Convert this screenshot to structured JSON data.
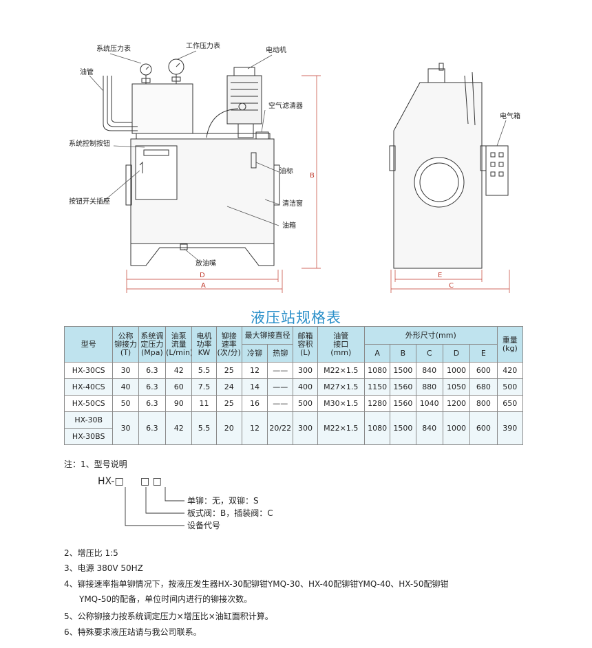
{
  "drawing": {
    "labels": {
      "system_gauge": "系统压力表",
      "work_gauge": "工作压力表",
      "motor": "电动机",
      "oil_pipe": "油管",
      "air_filter": "空气滤清器",
      "control_button": "系统控制按钮",
      "oil_mark": "油标",
      "socket": "按钮开关插座",
      "clean_window": "清洁窗",
      "tank": "油箱",
      "drain": "放油嘴",
      "electric_box": "电气箱"
    },
    "dims": {
      "A": "A",
      "B": "B",
      "C": "C",
      "D": "D",
      "E": "E"
    }
  },
  "table": {
    "title": "液压站规格表",
    "headers": {
      "model": "型号",
      "force": [
        "公称",
        "铆接力",
        "(T)"
      ],
      "pressure": [
        "系统调",
        "定压力",
        "(Mpa)"
      ],
      "flow": [
        "油泵",
        "流量",
        "(L/min)"
      ],
      "power": [
        "电机",
        "功率",
        "KW"
      ],
      "rate": [
        "铆接",
        "速率",
        "(次/分)"
      ],
      "max_dia": "最大铆接直径",
      "cold": "冷铆",
      "hot": "热铆",
      "volume": [
        "邮箱",
        "容积",
        "(L)"
      ],
      "port": [
        "油管",
        "接口",
        "(mm)"
      ],
      "dims": "外形尺寸(mm)",
      "A": "A",
      "B": "B",
      "C": "C",
      "D": "D",
      "E": "E",
      "weight": [
        "重量",
        "(kg)"
      ]
    },
    "rows": [
      [
        "HX-30CS",
        "30",
        "6.3",
        "42",
        "5.5",
        "25",
        "12",
        "——",
        "300",
        "M22×1.5",
        "1080",
        "1500",
        "840",
        "1000",
        "600",
        "420"
      ],
      [
        "HX-40CS",
        "40",
        "6.3",
        "60",
        "7.5",
        "24",
        "14",
        "——",
        "400",
        "M27×1.5",
        "1150",
        "1560",
        "880",
        "1050",
        "680",
        "500"
      ],
      [
        "HX-50CS",
        "50",
        "6.3",
        "90",
        "11",
        "25",
        "16",
        "——",
        "500",
        "M30×1.5",
        "1280",
        "1560",
        "1040",
        "1200",
        "800",
        "650"
      ]
    ],
    "merged": {
      "models": [
        "HX-30B",
        "HX-30BS"
      ],
      "values": [
        "30",
        "6.3",
        "42",
        "5.5",
        "20",
        "12",
        "20/22",
        "300",
        "M22×1.5",
        "1080",
        "1500",
        "840",
        "1000",
        "600",
        "390"
      ]
    }
  },
  "notes": {
    "n1": "注：1、型号说明",
    "model_prefix": "HX-□",
    "boxes": "□ □",
    "desc1": "单铆：无，双铆：S",
    "desc2": "板式阀：B，插装阀：C",
    "desc3": "设备代号",
    "n2": "2、增压比 1:5",
    "n3": "3、电源 380V  50HZ",
    "n4a": "4、铆接速率指单铆情况下，按液压发生器HX-30配铆钳YMQ-30、HX-40配铆钳YMQ-40、HX-50配铆钳",
    "n4b": "YMQ-50的配备，单位时间内进行的铆接次数。",
    "n5": "5、公称铆接力按系统调定压力×增压比×油缸面积计算。",
    "n6": "6、特殊要求液压站请与我公司联系。"
  }
}
